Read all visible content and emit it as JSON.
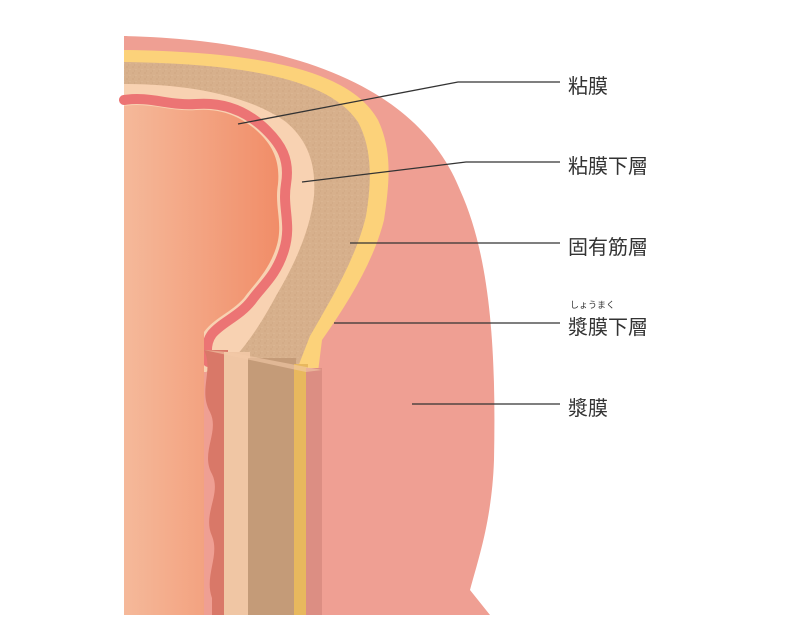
{
  "layers": [
    {
      "id": "mucosa",
      "label": "粘膜",
      "color": "#ec7474"
    },
    {
      "id": "submucosa",
      "label": "粘膜下層",
      "color": "#f8d2b2"
    },
    {
      "id": "muscularis",
      "label": "固有筋層",
      "color": "#d7b08c"
    },
    {
      "id": "subserosa",
      "label": "漿膜下層",
      "ruby": "しょうまく",
      "color": "#fcd27a"
    },
    {
      "id": "serosa",
      "label": "漿膜",
      "color": "#ef9f93"
    }
  ],
  "colors": {
    "outer_halo": "#f4aa9e",
    "lumen_light": "#f5b99a",
    "lumen_dark": "#f18d68",
    "leader_line": "#333333"
  }
}
